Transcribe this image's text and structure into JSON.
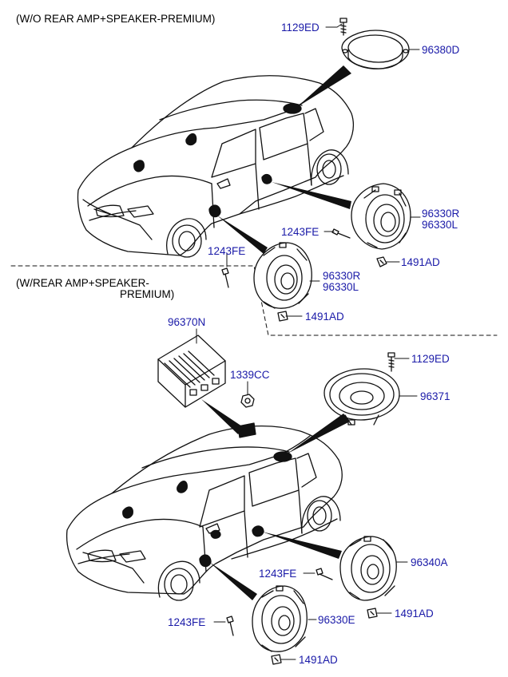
{
  "captions": {
    "without_premium": "(W/O REAR AMP+SPEAKER-PREMIUM)",
    "with_premium_line1": "(W/REAR AMP+SPEAKER-",
    "with_premium_line2": "PREMIUM)"
  },
  "part_numbers": {
    "upper_bolt": "1129ED",
    "upper_rear_speaker": "96380D",
    "upper_rear_door_speaker_r": "96330R",
    "upper_rear_door_speaker_l": "96330L",
    "upper_rear_door_screw": "1243FE",
    "upper_rear_door_clip": "1491AD",
    "upper_front_door_screw": "1243FE",
    "upper_front_door_speaker_r": "96330R",
    "upper_front_door_speaker_l": "96330L",
    "upper_front_door_clip": "1491AD",
    "amplifier": "96370N",
    "amp_nut": "1339CC",
    "lower_bolt": "1129ED",
    "subwoofer": "96371",
    "lower_rear_door_speaker": "96340A",
    "lower_rear_door_screw": "1243FE",
    "lower_rear_door_clip": "1491AD",
    "lower_front_door_screw": "1243FE",
    "lower_front_door_speaker": "96330E",
    "lower_front_door_clip": "1491AD"
  },
  "colors": {
    "part_number": "#1a1aa8",
    "linework": "#111111",
    "background": "#ffffff"
  }
}
